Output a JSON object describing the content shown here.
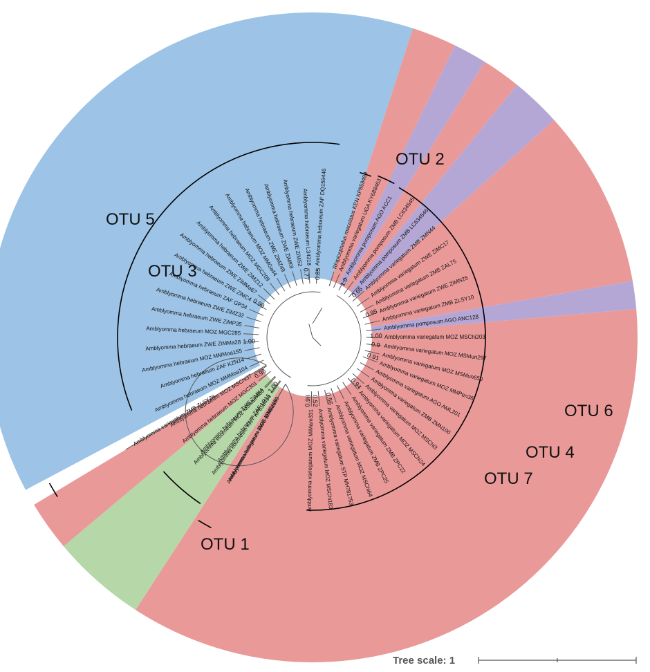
{
  "tree_scale": {
    "label": "Tree scale: 1"
  },
  "colors": {
    "hebraeum": "#9dc3e6",
    "variegatum": "#ea9999",
    "pomposum": "#b4a7d6",
    "eburneum": "#b6d7a8",
    "branch": "#555555",
    "bracket": "#000000"
  },
  "sectors": [
    {
      "group": "hebraeum",
      "from": 152,
      "to": 288
    },
    {
      "group": "variegatum",
      "from": 288,
      "to": 296
    },
    {
      "group": "pomposum",
      "from": 296,
      "to": 302
    },
    {
      "group": "variegatum",
      "from": 302,
      "to": 309
    },
    {
      "group": "pomposum",
      "from": 309,
      "to": 318
    },
    {
      "group": "variegatum",
      "from": 318,
      "to": 350
    },
    {
      "group": "pomposum",
      "from": 350,
      "to": 355
    },
    {
      "group": "variegatum",
      "from": 355,
      "to": 483
    },
    {
      "group": "eburneum",
      "from": 483,
      "to": 500
    },
    {
      "group": "variegatum",
      "from": 500,
      "to": 509
    }
  ],
  "otus": [
    {
      "label": "OTU 1",
      "from": 158,
      "to": 278
    },
    {
      "label": "OTU 2",
      "from": 300,
      "to": 452
    },
    {
      "label": "OTU 3",
      "from": 286,
      "to": 290
    },
    {
      "label": "OTU 5",
      "from": 292,
      "to": 298
    },
    {
      "label": "OTU 4",
      "from": 478,
      "to": 482
    },
    {
      "label": "OTU 6",
      "from": 508,
      "to": 511
    },
    {
      "label": "OTU 7",
      "from": 484,
      "to": 498
    }
  ],
  "tips": [
    {
      "label": "Amblyomma hebraeum ZAF DQ159446",
      "angle": 274
    },
    {
      "label": "Amblyomma hebraeum L34318",
      "angle": 267
    },
    {
      "label": "Amblyomma hebraeum ZWE ZiMS2",
      "angle": 260
    },
    {
      "label": "Amblyomma hebraeum ZWE ZiMK9",
      "angle": 253
    },
    {
      "label": "Amblyomma hebraeum ZWE ZiMZ49",
      "angle": 246
    },
    {
      "label": "Amblyomma hebraeum MOZ MMGa44",
      "angle": 239
    },
    {
      "label": "Amblyomma hebraeum MOZ MGC209",
      "angle": 232
    },
    {
      "label": "Amblyomma hebraeum ZWE ZiMZ12",
      "angle": 225
    },
    {
      "label": "Amblyomma hebraeum ZWE ZiMMa67",
      "angle": 218
    },
    {
      "label": "Amblyomma hebraeum ZWE ZiMC4",
      "angle": 211
    },
    {
      "label": "Amblyomma hebraeum ZAF GP34",
      "angle": 204
    },
    {
      "label": "Amblyomma hebraeum ZWE ZiMZ32",
      "angle": 197
    },
    {
      "label": "Amblyomma hebraeum ZWE ZiMP35",
      "angle": 190
    },
    {
      "label": "Amblyomma hebraeum MOZ MGC285",
      "angle": 183
    },
    {
      "label": "Amblyomma hebraeum ZWE ZiMMa28",
      "angle": 176
    },
    {
      "label": "Amblyomma hebraeum MOZ MMMoa155",
      "angle": 169
    },
    {
      "label": "Amblyomma hebraeum ZAF KZN14",
      "angle": 162
    },
    {
      "label": "Amblyomma hebraeum MOZ MMMoa104",
      "angle": 155
    },
    {
      "label": "Amblyomma hebraeum MOZ MSChi37",
      "angle": 148
    },
    {
      "label": "Amblyomma hebraeum MOZ MGC301",
      "angle": 141
    },
    {
      "label": "Amblyomma hebraeum ZWE ZiMK4",
      "angle": 134
    },
    {
      "label": "Amblyomma hebraeum ZAF LP15",
      "angle": 127
    },
    {
      "label": "Amblyomma hebraeum ZWE ZiMZ115",
      "angle": 120
    },
    {
      "label": "Amblyomma eburneum MOZ MSMun480",
      "angle": 493
    },
    {
      "label": "Amblyomma eburneum KNY KP858494",
      "angle": 486
    },
    {
      "label": "Amblyomma variegatum MOZ MiMam99",
      "angle": 480
    },
    {
      "label": "Amblyomma variegatum ZMB ZLSY26",
      "angle": 509
    },
    {
      "label": "Amblyomma variegatum MOZ MiMam331",
      "angle": 451
    },
    {
      "label": "Amblyomma variegatum MOZ MSChi183",
      "angle": 444
    },
    {
      "label": "Amblyomma variegatum STP MH781753",
      "angle": 437
    },
    {
      "label": "Amblyomma variegatum MOZ MSChi64",
      "angle": 430
    },
    {
      "label": "Amblyomma variegatum ZMB ZPC25",
      "angle": 423
    },
    {
      "label": "Amblyomma variegatum ZMB ZPC22",
      "angle": 416
    },
    {
      "label": "Amblyomma variegatum MOZ MSChi24",
      "angle": 409
    },
    {
      "label": "Amblyomma variegatum MOZ MSChi3",
      "angle": 402
    },
    {
      "label": "Amblyomma variegatum ZMB ZMN100",
      "angle": 395
    },
    {
      "label": "Amblyomma variegatum AGO AML201",
      "angle": 388
    },
    {
      "label": "Amblyomma variegatum MOZ MMPen36",
      "angle": 381
    },
    {
      "label": "Amblyomma variegatum MOZ MSMun650",
      "angle": 374
    },
    {
      "label": "Amblyomma variegatum MOZ MSMun297",
      "angle": 367
    },
    {
      "label": "Amblyomma variegatum MOZ MSChi203",
      "angle": 360
    },
    {
      "label": "Amblyomma pomposum AGO ANC128",
      "angle": 353
    },
    {
      "label": "Amblyomma variegatum ZMB ZLSY10",
      "angle": 346
    },
    {
      "label": "Amblyomma variegatum ZWE ZiMN25",
      "angle": 339
    },
    {
      "label": "Amblyomma variegatum ZMB ZAL75",
      "angle": 332
    },
    {
      "label": "Amblyomma variegatum ZWE ZiMC17",
      "angle": 325
    },
    {
      "label": "Amblyomma variegatum ZMB ZMN44",
      "angle": 318
    },
    {
      "label": "Amblyomma pomposum ZMB LC634546",
      "angle": 312
    },
    {
      "label": "Amblyomma pomposum ZMB LC634545",
      "angle": 306
    },
    {
      "label": "Amblyomma pomposum AGO ACC1",
      "angle": 299
    },
    {
      "label": "Amblyomma variegatum UGA KY688463",
      "angle": 293
    },
    {
      "label": "Rhipicephalus maculatus KEN KP859499",
      "angle": 288
    }
  ],
  "supports": [
    {
      "label": "0.85",
      "angle": 275
    },
    {
      "label": "0.77",
      "angle": 264
    },
    {
      "label": "0.99",
      "angle": 212
    },
    {
      "label": "1.00",
      "angle": 176
    },
    {
      "label": "0.98",
      "angle": 145
    },
    {
      "label": "1.00",
      "angle": 128
    },
    {
      "label": "0.98",
      "angle": 454
    },
    {
      "label": "0.52",
      "angle": 448
    },
    {
      "label": "0.56",
      "angle": 435
    },
    {
      "label": "0.94",
      "angle": 407
    },
    {
      "label": "0.91",
      "angle": 378
    },
    {
      "label": "0.9",
      "angle": 367
    },
    {
      "label": "1.00",
      "angle": 359
    },
    {
      "label": "0.95",
      "angle": 338
    },
    {
      "label": "0.65",
      "angle": 315
    },
    {
      "label": "1.0",
      "angle": 300
    }
  ]
}
